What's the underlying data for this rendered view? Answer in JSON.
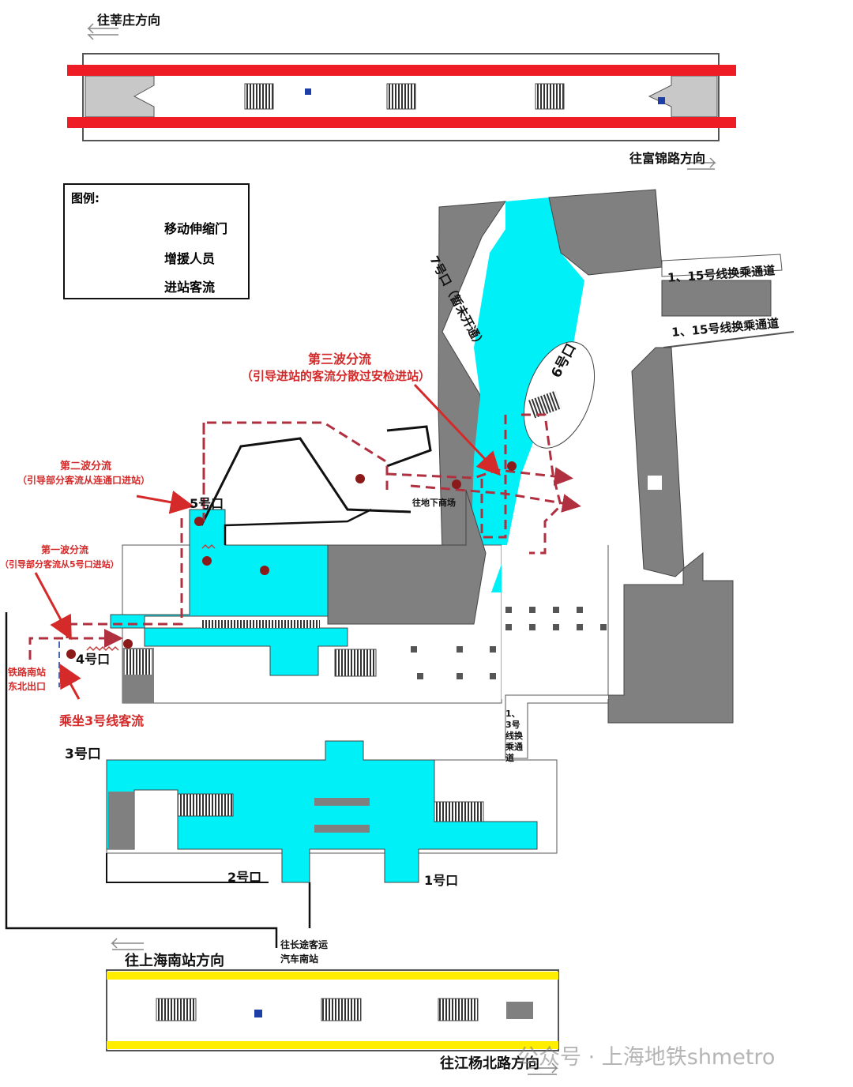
{
  "title": "站厅客流引导示意图",
  "directions": {
    "line1_west": "往莘庄方向",
    "line1_east": "往富锦路方向",
    "line3_south": "往上海南站方向",
    "line3_north": "往江杨北路方向"
  },
  "legend": {
    "title": "图例:",
    "items": [
      {
        "icon": "retractable-gate-icon",
        "label": "移动伸缩门"
      },
      {
        "icon": "staff-icon",
        "label": "增援人员"
      },
      {
        "icon": "dashed-line-icon",
        "label": "进站客流"
      }
    ]
  },
  "exits": {
    "exit1": "1号口",
    "exit2": "2号口",
    "exit3": "3号口",
    "exit4": "4号口",
    "exit5": "5号口",
    "exit6": "6号口",
    "exit7": "7号口",
    "exit7_note": "（暂未开通）"
  },
  "labels": {
    "transfer_1_15_a": "1、15号线换乘通道",
    "transfer_1_15_b": "1、15号线换乘通道",
    "transfer_1_3": "1、3号线换乘通道",
    "underground_mall": "往地下商场",
    "railway_exit_l1": "铁路南站",
    "railway_exit_l2": "东北出口",
    "line3_flow": "乘坐3号线客流",
    "bus_station_l1": "往长途客运",
    "bus_station_l2": "汽车南站"
  },
  "annotations": {
    "wave1_title": "第一波分流",
    "wave1_desc": "（引导部分客流从5号口进站）",
    "wave2_title": "第二波分流",
    "wave2_desc": "（引导部分客流从连通口进站）",
    "wave3_title": "第三波分流",
    "wave3_desc": "（引导进站的客流分散过安检进站）"
  },
  "watermark": "公众号 · 上海地铁shmetro",
  "colors": {
    "paid_area": "#00f0f8",
    "line1": "#ee1c25",
    "line3": "#ffee00",
    "flow": "#b03040",
    "wall": "#808080"
  }
}
